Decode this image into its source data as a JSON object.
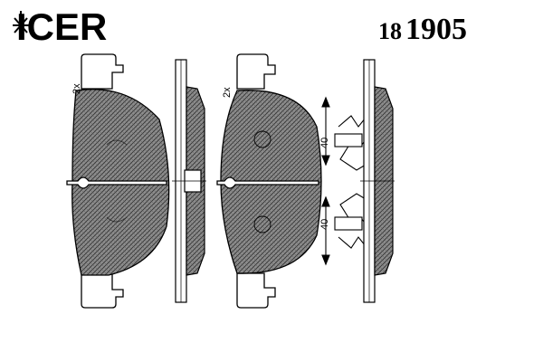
{
  "brand": {
    "name": "ICER"
  },
  "part": {
    "series": "18",
    "code": "1905"
  },
  "annotations": {
    "quantity_left": "2x",
    "quantity_right": "2x",
    "dim_upper": "40",
    "dim_lower": "40"
  },
  "colors": {
    "ink": "#000000",
    "fill": "#9a9a9a",
    "background": "#ffffff"
  }
}
